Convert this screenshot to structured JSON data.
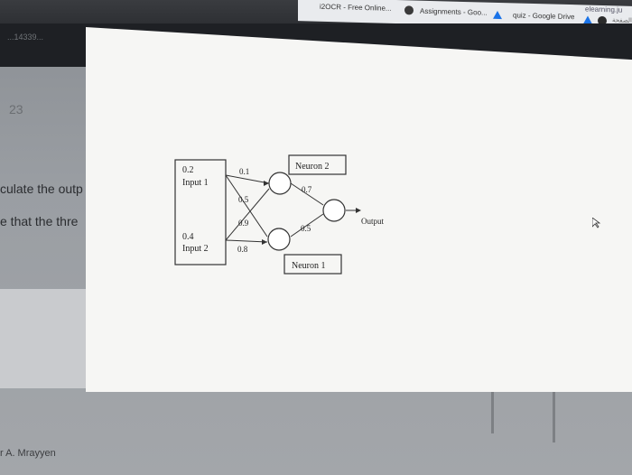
{
  "browser": {
    "bookmarks": [
      {
        "label": "i2OCR - Free Online...",
        "icon": "ocr-icon"
      },
      {
        "label": "Assignments - Goo...",
        "icon": "google-drive-icon"
      },
      {
        "label": "quiz - Google Drive",
        "icon": "google-drive-icon"
      }
    ],
    "url_fragment": "elearning.ju",
    "far_right_fragment": "الصفحة"
  },
  "background_page": {
    "tab_text": "...14339...",
    "question_number": "23",
    "line1": "culate the outp",
    "line2": "e that the thre",
    "author": "r A. Mrayyen"
  },
  "diagram": {
    "input1_value": "0.2",
    "input1_label": "Input 1",
    "input2_value": "0.4",
    "input2_label": "Input 2",
    "w_in1_n2": "0.1",
    "w_in1_n1": "0.5",
    "w_in2_n2": "0.9",
    "w_in2_n1": "0.8",
    "w_n2_out": "0.7",
    "w_n1_out": "0.5",
    "neuron2_label": "Neuron 2",
    "neuron1_label": "Neuron 1",
    "output_label": "Output"
  }
}
